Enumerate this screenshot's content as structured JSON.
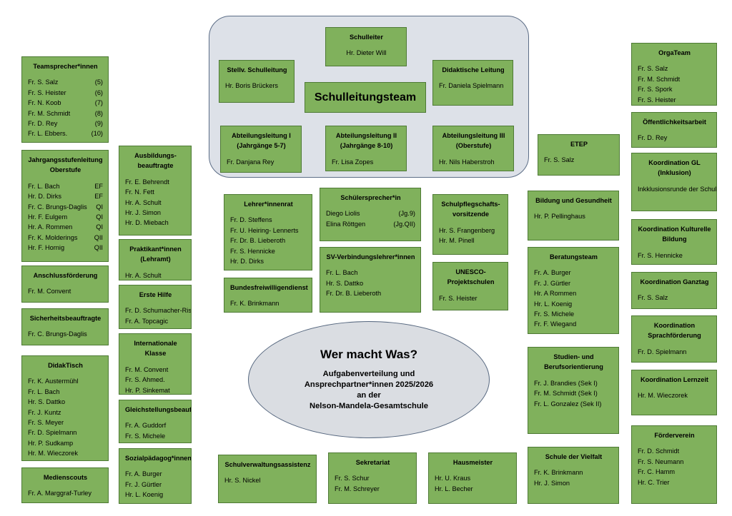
{
  "leadership": {
    "schulleiter": {
      "title": "Schulleiter",
      "lines": [
        "Hr. Dieter Will"
      ]
    },
    "stellv": {
      "title": "Stellv. Schulleitung",
      "lines": [
        "Hr. Boris Brückers"
      ]
    },
    "didaktisch": {
      "title": "Didaktische Leitung",
      "lines": [
        "Fr. Daniela Spielmann"
      ]
    },
    "team_label": "Schulleitungsteam",
    "abt1": {
      "title": "Abteilungsleitung I (Jahrgänge 5-7)",
      "lines": [
        "Fr. Danjana Rey"
      ]
    },
    "abt2": {
      "title": "Abteilungsleitung II (Jahrgänge 8-10)",
      "lines": [
        "Fr. Lisa Zopes"
      ]
    },
    "abt3": {
      "title": "Abteilungsleitung III (Oberstufe)",
      "lines": [
        "Hr. Nils Haberstroh"
      ]
    }
  },
  "center": {
    "title": "Wer macht Was?",
    "subtitle_lines": [
      "Aufgabenverteilung und",
      "Ansprechpartner*innen 2025/2026",
      "an der",
      "Nelson-Mandela-Gesamtschule"
    ]
  },
  "boxes": {
    "teamsprecher": {
      "title": "Teamsprecher*innen",
      "rows": [
        [
          "Fr. S. Salz",
          "(5)"
        ],
        [
          "Fr. S. Heister",
          "(6)"
        ],
        [
          "Fr. N. Koob",
          "(7)"
        ],
        [
          "Fr. M. Schmidt",
          "(8)"
        ],
        [
          "Fr. D. Rey",
          "(9)"
        ],
        [
          "Fr. L. Ebbers.",
          "(10)"
        ]
      ]
    },
    "jahrgang": {
      "title": "Jahrgangsstufenleitung Oberstufe",
      "rows": [
        [
          "Fr. L. Bach",
          "EF"
        ],
        [
          "Hr. D. Dirks",
          "EF"
        ],
        [
          "Fr. C. Brungs-Daglis",
          "QI"
        ],
        [
          "Hr. F. Eulgem",
          "QI"
        ],
        [
          "Hr. A. Rommen",
          "QI"
        ],
        [
          "Fr. K. Molderings",
          "QII"
        ],
        [
          "Hr. F. Hornig",
          "QII"
        ]
      ]
    },
    "anschluss": {
      "title": "Anschlussförderung",
      "rows": [
        [
          "Fr. M. Convent",
          ""
        ]
      ]
    },
    "sicherheit": {
      "title": "Sicherheitsbeauftragte",
      "rows": [
        [
          "Fr. C. Brungs-Daglis",
          ""
        ]
      ]
    },
    "didaktisch_tisch": {
      "title": "DidakTisch",
      "rows": [
        [
          "Fr. K. Austermühl",
          ""
        ],
        [
          "Fr. L. Bach",
          ""
        ],
        [
          "Hr. S. Dattko",
          ""
        ],
        [
          "Fr. J. Kuntz",
          ""
        ],
        [
          "Fr. S. Meyer",
          ""
        ],
        [
          "Fr. D. Spielmann",
          ""
        ],
        [
          "Hr. P. Sudkamp",
          ""
        ],
        [
          "Hr. M. Wieczorek",
          ""
        ]
      ]
    },
    "medienscouts": {
      "title": "Medienscouts",
      "rows": [
        [
          "Fr. A. Marggraf-Turley",
          ""
        ]
      ]
    },
    "ausbildung": {
      "title": "Ausbildungs-beauftragte",
      "rows": [
        [
          "Fr. E. Behrendt",
          ""
        ],
        [
          "Fr. N. Fett",
          ""
        ],
        [
          "Hr. A. Schult",
          ""
        ],
        [
          "Hr. J. Simon",
          ""
        ],
        [
          "Hr. D. Miebach",
          ""
        ]
      ]
    },
    "praktikant": {
      "title": "Praktikant*innen (Lehramt)",
      "rows": [
        [
          "Hr. A. Schult",
          ""
        ]
      ]
    },
    "erstehilfe": {
      "title": "Erste Hilfe",
      "rows": [
        [
          "Fr. D. Schumacher-Risse",
          ""
        ],
        [
          "Fr. A. Topcagic",
          ""
        ]
      ]
    },
    "international": {
      "title": "Internationale Klasse",
      "rows": [
        [
          "Fr. M. Convent",
          ""
        ],
        [
          "Fr. S. Ahmed.",
          ""
        ],
        [
          "Hr. P. Sinkemat",
          ""
        ]
      ]
    },
    "gleichstellung": {
      "title": "Gleichstellungsbeauftagte",
      "rows": [
        [
          "Fr. A. Guddorf",
          ""
        ],
        [
          "Fr. S. Michele",
          ""
        ]
      ]
    },
    "sozial": {
      "title": "Sozialpädagog*innen",
      "rows": [
        [
          "Fr. A. Burger",
          ""
        ],
        [
          "Fr. J. Gürtler",
          ""
        ],
        [
          "Hr. L. Koenig",
          ""
        ]
      ]
    },
    "lehrerrat": {
      "title": "Lehrer*innenrat",
      "rows": [
        [
          "Fr. D. Steffens",
          ""
        ],
        [
          "Fr. U. Heiring- Lennerts",
          ""
        ],
        [
          "Fr. Dr. B. Lieberoth",
          ""
        ],
        [
          "Fr. S. Hennicke",
          ""
        ],
        [
          "Hr. D. Dirks",
          ""
        ]
      ]
    },
    "bfd": {
      "title": "Bundesfreiwilligendienst",
      "rows": [
        [
          "Fr. K. Brinkmann",
          ""
        ]
      ]
    },
    "schuelersprecher": {
      "title": "Schülersprecher*in",
      "rows": [
        [
          "Diego Liolis",
          "(Jg.9)"
        ],
        [
          "Elina Röttgen",
          "(Jg.QII)"
        ]
      ]
    },
    "sv": {
      "title": "SV-Verbindungslehrer*innen",
      "rows": [
        [
          "Fr. L. Bach",
          ""
        ],
        [
          "Hr. S. Dattko",
          ""
        ],
        [
          "Fr. Dr. B. Lieberoth",
          ""
        ]
      ]
    },
    "pflegschaft": {
      "title": "Schulpflegschafts-vorsitzende",
      "rows": [
        [
          "Hr. S. Frangenberg",
          ""
        ],
        [
          "Hr. M. Pinell",
          ""
        ]
      ]
    },
    "unesco": {
      "title": "UNESCO-Projektschulen",
      "rows": [
        [
          "Fr. S. Heister",
          ""
        ]
      ]
    },
    "etep": {
      "title": "ETEP",
      "rows": [
        [
          "Fr. S. Salz",
          ""
        ]
      ]
    },
    "bildung": {
      "title": "Bildung und Gesundheit",
      "rows": [
        [
          "Hr. P. Pellinghaus",
          ""
        ]
      ]
    },
    "beratung": {
      "title": "Beratungsteam",
      "rows": [
        [
          "Fr. A. Burger",
          ""
        ],
        [
          "Fr. J. Gürtler",
          ""
        ],
        [
          "Hr. A Rommen",
          ""
        ],
        [
          "Hr. L. Koenig",
          ""
        ],
        [
          "Fr. S. Michele",
          ""
        ],
        [
          "Fr. F. Wiegand",
          ""
        ]
      ]
    },
    "studien": {
      "title": "Studien- und Berufsorientierung",
      "rows": [
        [
          "Fr. J. Brandies (Sek I)",
          ""
        ],
        [
          "Fr. M. Schmidt (Sek I)",
          ""
        ],
        [
          "Fr. L. Gonzalez (Sek II)",
          ""
        ]
      ]
    },
    "vielfalt": {
      "title": "Schule der Vielfalt",
      "rows": [
        [
          "Fr. K. Brinkmann",
          ""
        ],
        [
          "Hr. J. Simon",
          ""
        ]
      ]
    },
    "orgateam": {
      "title": "OrgaTeam",
      "rows": [
        [
          "Fr. S. Salz",
          ""
        ],
        [
          "Fr. M. Schmidt",
          ""
        ],
        [
          "Fr. S. Spork",
          ""
        ],
        [
          "Fr. S. Heister",
          ""
        ]
      ]
    },
    "oeffentlich": {
      "title": "Öffentlichkeitsarbeit",
      "rows": [
        [
          "Fr. D. Rey",
          ""
        ]
      ]
    },
    "gl": {
      "title": "Koordination GL (Inklusion)",
      "rows": [
        [
          "Inkklusionsrunde der Schule",
          ""
        ]
      ]
    },
    "kultur": {
      "title": "Koordination Kulturelle Bildung",
      "rows": [
        [
          "Fr. S. Hennicke",
          ""
        ]
      ]
    },
    "ganztag": {
      "title": "Koordination Ganztag",
      "rows": [
        [
          "Fr. S. Salz",
          ""
        ]
      ]
    },
    "sprach": {
      "title": "Koordination Sprachförderung",
      "rows": [
        [
          "Fr. D. Spielmann",
          ""
        ]
      ]
    },
    "lernzeit": {
      "title": "Koordination Lernzeit",
      "rows": [
        [
          "Hr. M. Wieczorek",
          ""
        ]
      ]
    },
    "foerder": {
      "title": "Förderverein",
      "rows": [
        [
          "Fr. D. Schmidt",
          ""
        ],
        [
          "Fr. S.  Neumann",
          ""
        ],
        [
          "Fr. C. Hamm",
          ""
        ],
        [
          "Hr. C. Trier",
          ""
        ]
      ]
    },
    "verwaltung": {
      "title": "Schulverwaltungsassistenz",
      "rows": [
        [
          "Hr. S. Nickel",
          ""
        ]
      ]
    },
    "sekretariat": {
      "title": "Sekretariat",
      "rows": [
        [
          "Fr. S. Schur",
          ""
        ],
        [
          "Fr. M. Schreyer",
          ""
        ]
      ]
    },
    "hausmeister": {
      "title": "Hausmeister",
      "rows": [
        [
          "Hr. U. Kraus",
          ""
        ],
        [
          "Hr. L. Becher",
          ""
        ]
      ]
    }
  }
}
